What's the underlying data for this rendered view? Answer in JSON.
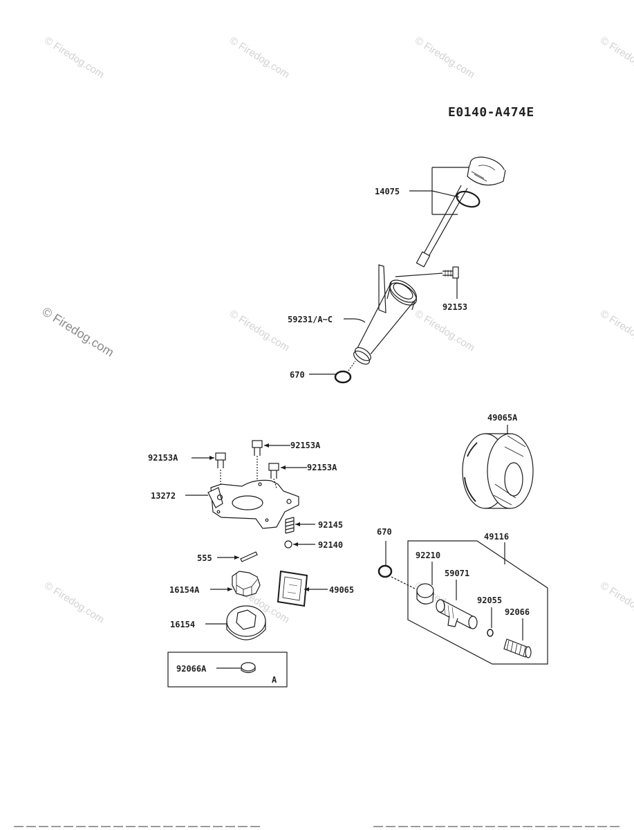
{
  "watermark": {
    "text": "© Firedog.com"
  },
  "diagram_code": "E0140-A474E",
  "parts": {
    "p14075": "14075",
    "p92153": "92153",
    "p59231": "59231/A~C",
    "p670_top": "670",
    "p49065A": "49065A",
    "p92153A_1": "92153A",
    "p92153A_2": "92153A",
    "p92153A_3": "92153A",
    "p13272": "13272",
    "p92145": "92145",
    "p92140": "92140",
    "p555": "555",
    "p16154A": "16154A",
    "p49065": "49065",
    "p16154": "16154",
    "p92066A": "92066A",
    "box_A": "A",
    "p670_mid": "670",
    "p49116": "49116",
    "p92210": "92210",
    "p59071": "59071",
    "p92055": "92055",
    "p92066": "92066"
  },
  "colors": {
    "line": "#1a1a1a",
    "watermark": "#d2d2d2"
  }
}
